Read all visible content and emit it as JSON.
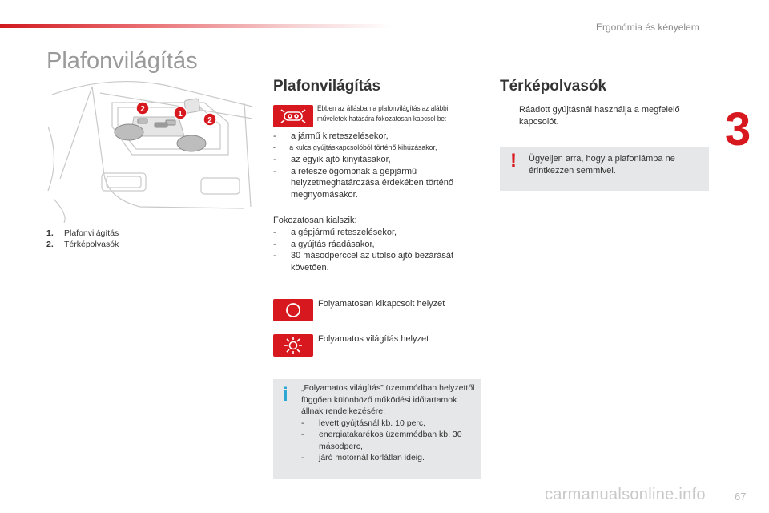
{
  "header": {
    "chapter_title": "Ergonómia és kényelem",
    "chapter_number": "3"
  },
  "page_title": "Plafonvilágítás",
  "figure": {
    "callout_1": "1",
    "callout_2": "2",
    "legend": [
      {
        "num": "1.",
        "label": "Plafonvilágítás"
      },
      {
        "num": "2.",
        "label": "Térképolvasók"
      }
    ]
  },
  "plafon": {
    "heading": "Plafonvilágítás",
    "door_icon": "door-light-icon",
    "intro_line1": "Ebben az állásban a plafonvilágítás az alábbi",
    "intro_line2": "műveletek hatására fokozatosan kapcsol be:",
    "on_list": [
      {
        "dash": "-",
        "text": "a jármű kireteszelésekor,"
      },
      {
        "dash": "-",
        "text": "a kulcs gyújtáskapcsolóból történő kihúzásakor,"
      },
      {
        "dash": "-",
        "text": "az egyik ajtó kinyitásakor,"
      },
      {
        "dash": "-",
        "text": "a reteszelőgombnak a gépjármű helyzetmeghatározása érdekében történő megnyomásakor."
      }
    ],
    "off_title": "Fokozatosan kialszik:",
    "off_list": [
      {
        "dash": "-",
        "text": "a gépjármű reteszelésekor,"
      },
      {
        "dash": "-",
        "text": "a gyújtás ráadásakor,"
      },
      {
        "dash": "-",
        "text": "30 másodperccel az utolsó ajtó bezárását követően."
      }
    ],
    "mode_off": {
      "icon": "circle-off-icon",
      "text": "Folyamatosan kikapcsolt helyzet"
    },
    "mode_on": {
      "icon": "sun-light-icon",
      "text": "Folyamatos világítás helyzet"
    },
    "info": {
      "icon": "i",
      "line1": "„Folyamatos világítás” üzemmódban helyzettől függően különböző működési időtartamok állnak rendelkezésére:",
      "items": [
        {
          "dash": "-",
          "text": "levett gyújtásnál kb. 10 perc,"
        },
        {
          "dash": "-",
          "text": "energiatakarékos üzemmódban kb. 30 másodperc,"
        },
        {
          "dash": "-",
          "text": "járó motornál korlátlan ideig."
        }
      ]
    }
  },
  "terkep": {
    "heading": "Térképolvasók",
    "bullet": "",
    "item": "Ráadott gyújtásnál használja a megfelelő kapcsolót.",
    "warning": {
      "icon": "!",
      "text": "Ügyeljen arra, hogy a plafonlámpa ne érintkezzen semmivel."
    }
  },
  "page_number": "67",
  "watermark": "carmanualsonline.info",
  "colors": {
    "accent_red": "#d7191f",
    "info_blue": "#2aa7d4",
    "box_gray": "#e6e7e8",
    "title_gray": "#9a9a9a"
  }
}
